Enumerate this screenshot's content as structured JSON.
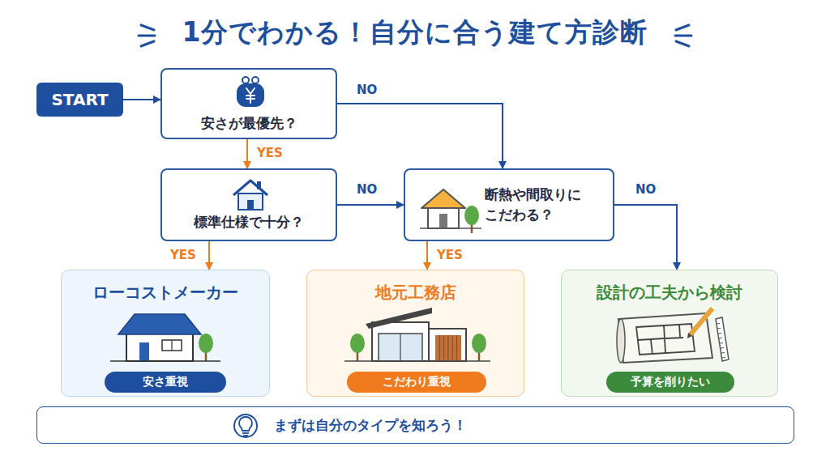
{
  "diagram": {
    "title": "1分でわかる！自分に合う建て方診断",
    "nodes": [
      {
        "text": [
          "START"
        ]
      },
      {
        "text": [
          "安さが最優先？"
        ]
      },
      {
        "text": [
          "標準仕様で十分？"
        ]
      },
      {
        "text": [
          "断熱や間取りに こだわる？"
        ]
      },
      {
        "text": [
          "ローコストメーカー"
        ]
      },
      {
        "text": [
          "安さ重視"
        ],
        "in": 4
      },
      {
        "text": [
          "地元工務店"
        ]
      },
      {
        "text": [
          "こだわり重視"
        ],
        "in": 6
      },
      {
        "text": [
          "設計の工夫から検討"
        ]
      },
      {
        "text": [
          "予算を削りたい"
        ],
        "in": 8
      },
      {
        "text": [
          "まずは自分のタイプを知ろう！"
        ]
      }
    ],
    "edges": [
      {
        "from": 0,
        "to": 1,
        "arrow": "to"
      },
      {
        "from": 1,
        "to": 2,
        "label": "YES",
        "arrow": "to"
      },
      {
        "from": 1,
        "to": 3,
        "label": "NO",
        "arrow": "to"
      },
      {
        "from": 2,
        "to": 3,
        "label": "NO",
        "arrow": "to"
      },
      {
        "from": 2,
        "to": 4,
        "label": "YES",
        "arrow": "to"
      },
      {
        "from": 3,
        "to": 6,
        "label": "YES",
        "arrow": "to"
      },
      {
        "from": 3,
        "to": 8,
        "label": "NO",
        "arrow": "to"
      }
    ]
  }
}
